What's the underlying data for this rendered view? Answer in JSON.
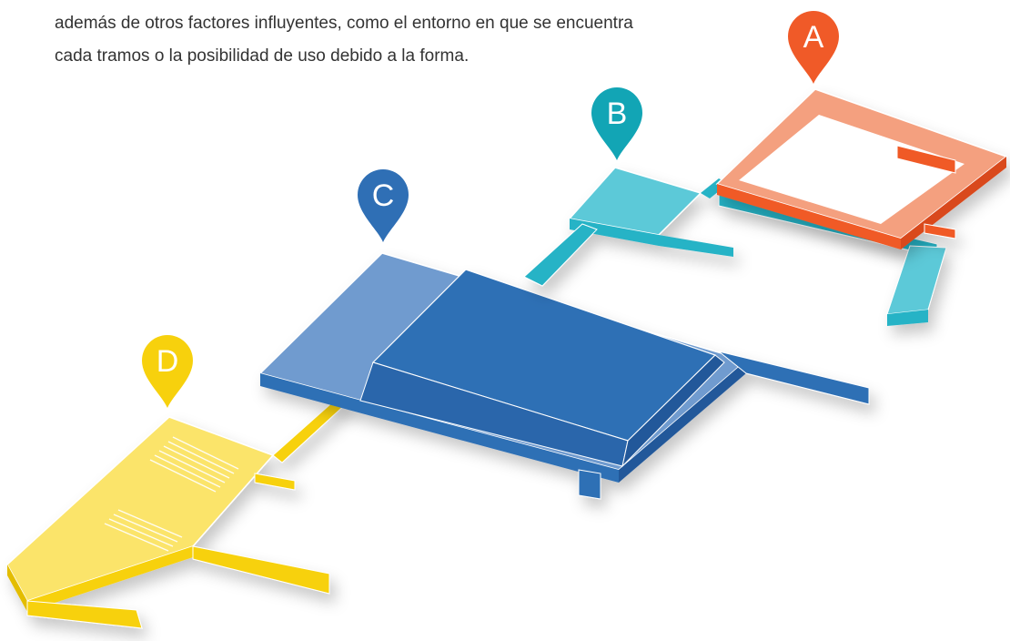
{
  "intro": {
    "line1": "además de otros factores influyentes, como el entorno en que se encuentra",
    "line2": "cada tramos o la posibilidad de uso debido a la forma."
  },
  "markers": [
    {
      "letter": "A",
      "color": "#f05a28"
    },
    {
      "letter": "B",
      "color": "#12a5b5"
    },
    {
      "letter": "C",
      "color": "#2f6fb5"
    },
    {
      "letter": "D",
      "color": "#f7d10d"
    }
  ],
  "zones": {
    "A": {
      "fill": "#f05a28",
      "light": "#f4a07f"
    },
    "B": {
      "fill": "#25b3c6",
      "light": "#5cc9d8"
    },
    "C": {
      "fill": "#2f6fb5",
      "light": "#6f9bcf"
    },
    "D": {
      "fill": "#f7d10d",
      "light": "#fbe46a"
    }
  }
}
